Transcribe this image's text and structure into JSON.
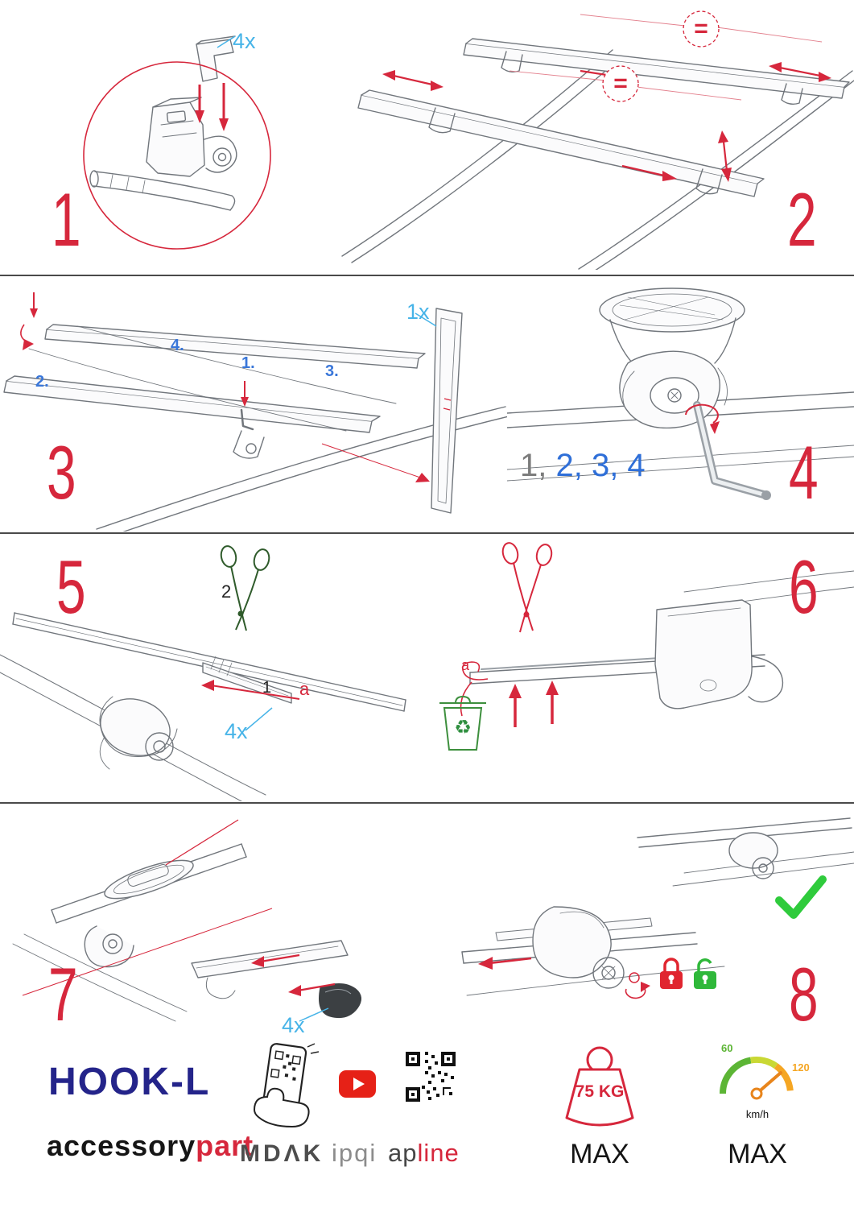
{
  "steps": {
    "step1": {
      "number": "1",
      "qty": "4x"
    },
    "step2": {
      "number": "2",
      "equal_top": "=",
      "equal_mid": "="
    },
    "step3": {
      "number": "3",
      "qty": "1x",
      "order1": "1.",
      "order2": "2.",
      "order3": "3.",
      "order4": "4."
    },
    "step4": {
      "number": "4",
      "seq_first": "1,",
      "seq_rest": " 2, 3, 4"
    },
    "step5": {
      "number": "5",
      "cut_label": "2",
      "strap_label": "1",
      "end_label": "a",
      "qty": "4x"
    },
    "step6": {
      "number": "6",
      "end_label": "a"
    },
    "step7": {
      "number": "7",
      "qty": "4x"
    },
    "step8": {
      "number": "8"
    }
  },
  "icons": {
    "recycle": "♻"
  },
  "footer": {
    "product": "HOOK-L",
    "brand_accessory": "accessory",
    "brand_part": "part",
    "brand_mdak": "MDΛK",
    "brand_ipqi": "ipqi",
    "brand_ap": "ap",
    "brand_line": "line",
    "max_load": "75 KG",
    "max_load_label": "MAX",
    "speed_min": "60",
    "speed_max_tick": "120",
    "speed_unit": "km/h",
    "speed_label": "MAX"
  },
  "colors": {
    "step_number_red": "#d6273c",
    "qty_blue": "#47b4e8",
    "order_blue": "#3a77d9",
    "sequence_gray": "#7c7c7c",
    "sequence_blue": "#2f6fd8",
    "logo_navy": "#24248a",
    "brand_red": "#d6273c",
    "check_green": "#2fcb3c",
    "lock_red": "#e0252f",
    "unlock_green": "#2fb83a",
    "gauge_green": "#5cb535",
    "gauge_orange": "#f5a623"
  }
}
